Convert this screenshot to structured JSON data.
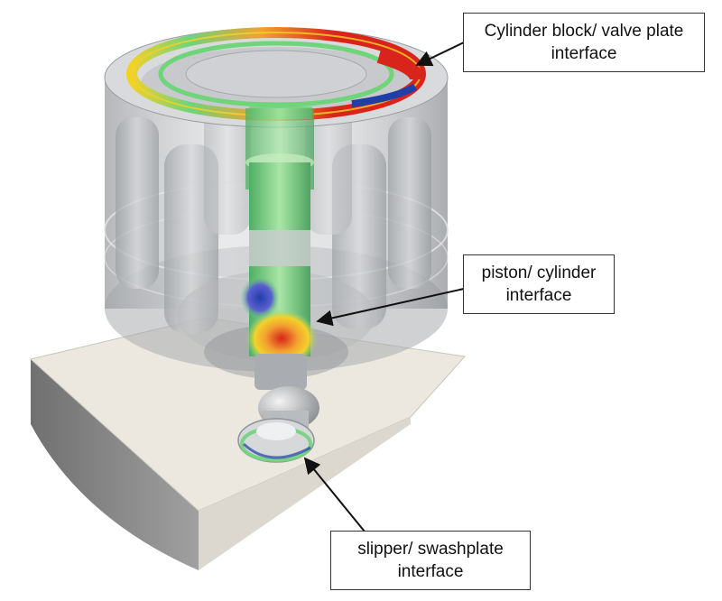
{
  "callouts": {
    "cylinder_block": {
      "line1": "Cylinder block/ valve plate",
      "line2": "interface"
    },
    "piston": {
      "line1": "piston/ cylinder",
      "line2": "interface"
    },
    "slipper": {
      "line1": "slipper/ swashplate",
      "line2": "interface"
    }
  },
  "colors": {
    "block_gray": "#c4c6c9",
    "swashplate_face": "#ece8df",
    "swashplate_side": "#8a8a8a",
    "field_red": "#d9241b",
    "field_yellow": "#f2d22a",
    "field_green": "#6fd47a",
    "field_blue": "#1f3fa8"
  }
}
